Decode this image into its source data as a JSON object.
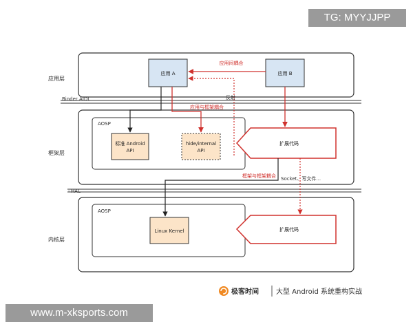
{
  "watermark_top": "TG: MYYJJPP",
  "watermark_bottom": "www.m-xksports.com",
  "layers": {
    "app": "应用层",
    "framework": "框架层",
    "kernel": "内核层"
  },
  "separators": {
    "binder": "Binder AIDL",
    "hal": "HAL"
  },
  "boxes": {
    "app_a": "应用 A",
    "app_b": "应用 B",
    "aosp_framework": "AOSP",
    "std_api_line1": "标准 Android",
    "std_api_line2": "API",
    "hide_api_line1": "hide/internal",
    "hide_api_line2": "API",
    "ext_framework": "扩展代码",
    "aosp_kernel": "AOSP",
    "linux_kernel": "Linux Kernel",
    "ext_kernel": "扩展代码"
  },
  "edge_labels": {
    "app_coupling": "应用间耦合",
    "reflection": "反射",
    "app_framework_coupling": "应用与框架耦合",
    "framework_coupling": "框架与框架耦合",
    "socket": "Socket、写文件..."
  },
  "brand": {
    "logo_text": "极客时间",
    "course": "大型 Android 系统重构实战"
  },
  "colors": {
    "red": "#d0312d",
    "orange_fill": "#fce4c8",
    "blue_fill": "#d7e5f3"
  }
}
